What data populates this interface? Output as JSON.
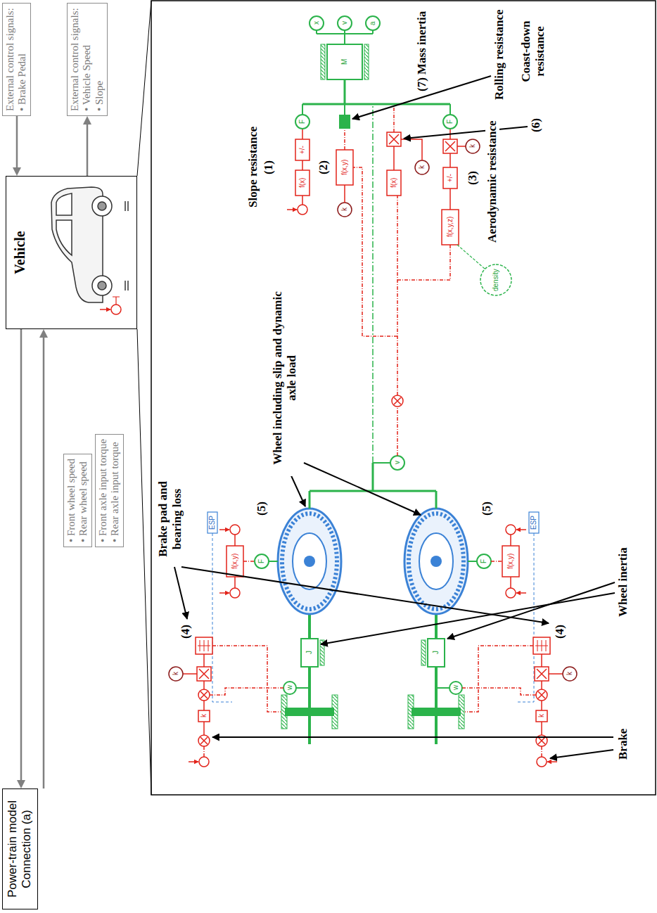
{
  "diagram": {
    "nodes": [
      {
        "text": [
          "Power-train model Connection (a)"
        ]
      },
      {
        "text": [
          "Vehicle"
        ]
      },
      {
        "text": [
          "• Front wheel speed",
          "• Rear wheel speed"
        ]
      },
      {
        "text": [
          "• Front axle input torque",
          "• Rear axle input torque"
        ]
      },
      {
        "text": [
          "External control signals:",
          "• Brake Pedal"
        ]
      },
      {
        "text": [
          "External control signals:",
          "• Vehicle Speed",
          "• Slope"
        ]
      }
    ],
    "edges": [
      {
        "from": 1,
        "to": 0,
        "arrow": "to"
      },
      {
        "from": 0,
        "to": 1,
        "arrow": "to"
      },
      {
        "from": 4,
        "to": 1,
        "arrow": "to"
      },
      {
        "from": 1,
        "to": 5,
        "arrow": "to"
      }
    ],
    "labels": [
      "Brake pad and bearing loss",
      "(4)",
      "(4)",
      "Brake",
      "Wheel inertia",
      "Wheel including slip and dynamic axle load",
      "(5)",
      "(5)",
      "Slope resistance",
      "(1)",
      "(2)",
      "(3)",
      "Aerodynamic resistance",
      "(6)",
      "Rolling resistance",
      "Coast-down resistance",
      "(7) Mass inertia",
      "w",
      "J",
      "F",
      "f(x,y)",
      "ESP",
      "w",
      "J",
      "F",
      "f(x,y)",
      "ESP",
      "k",
      "k",
      "k",
      "k",
      "v",
      "f(x)",
      "+/-",
      "F",
      "f(x,y)",
      "k",
      "f(x)",
      "k",
      "f(x,y,z)",
      "+/-",
      "k",
      "F",
      "density",
      "M",
      "x",
      "v",
      "a"
    ]
  }
}
